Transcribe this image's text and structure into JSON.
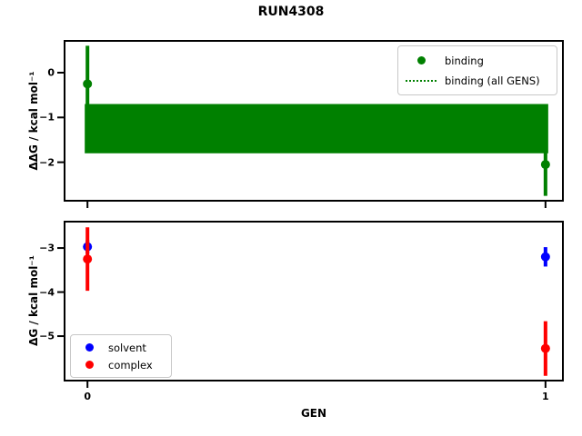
{
  "figure": {
    "title": "RUN4308",
    "background": "#ffffff",
    "text_color": "#000000"
  },
  "chart_data": [
    {
      "type": "scatter",
      "subplot": "top",
      "ylabel": "ΔΔG / kcal mol⁻¹",
      "xlim": [
        -0.052,
        1.04
      ],
      "ylim": [
        -2.88,
        0.73
      ],
      "yticks": [
        0,
        -1,
        -2
      ],
      "ytick_labels": [
        "0",
        "−1",
        "−2"
      ],
      "xticks": [
        0,
        1
      ],
      "xtick_labels": [],
      "grid": false,
      "legend_loc": "upper right",
      "series": [
        {
          "name": "binding",
          "color": "#008000",
          "marker": "circle",
          "x": [
            0,
            1
          ],
          "y": [
            -0.25,
            -2.05
          ],
          "yerr": [
            0.85,
            0.7
          ]
        }
      ],
      "band": {
        "name": "binding (all GENS)",
        "color": "#008000",
        "line_style": "dotted",
        "x": [
          0,
          1
        ],
        "y_mean": -1.25,
        "y_min": -1.8,
        "y_max": -0.7
      }
    },
    {
      "type": "scatter",
      "subplot": "bottom",
      "xlabel": "GEN",
      "ylabel": "ΔG / kcal mol⁻¹",
      "xlim": [
        -0.052,
        1.04
      ],
      "ylim": [
        -6.03,
        -2.38
      ],
      "yticks": [
        -3,
        -4,
        -5
      ],
      "ytick_labels": [
        "−3",
        "−4",
        "−5"
      ],
      "xticks": [
        0,
        1
      ],
      "xtick_labels": [
        "0",
        "1"
      ],
      "grid": false,
      "legend_loc": "lower left",
      "series": [
        {
          "name": "solvent",
          "color": "#0000ff",
          "marker": "circle",
          "x": [
            0,
            1
          ],
          "y": [
            -2.97,
            -3.2
          ],
          "yerr": [
            0.15,
            0.22
          ]
        },
        {
          "name": "complex",
          "color": "#ff0000",
          "marker": "circle",
          "x": [
            0,
            1
          ],
          "y": [
            -3.25,
            -5.28
          ],
          "yerr": [
            0.72,
            0.62
          ]
        }
      ]
    }
  ]
}
